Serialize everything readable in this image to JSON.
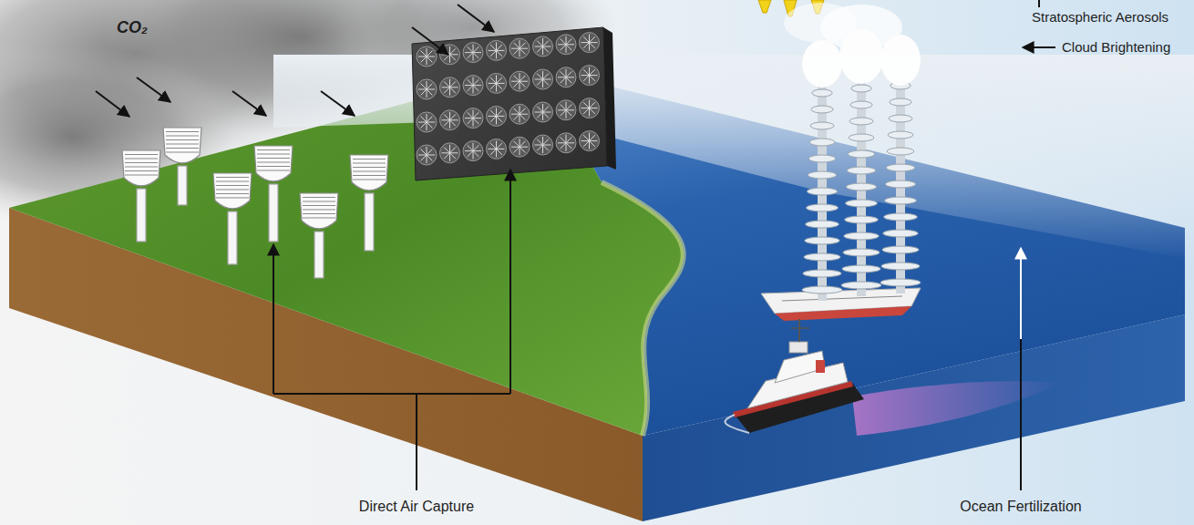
{
  "diagram": {
    "labels": [
      "CO₂",
      "Stratospheric Aerosols",
      "Cloud Brightening",
      "Direct Air Capture",
      "Ocean Fertilization"
    ]
  }
}
